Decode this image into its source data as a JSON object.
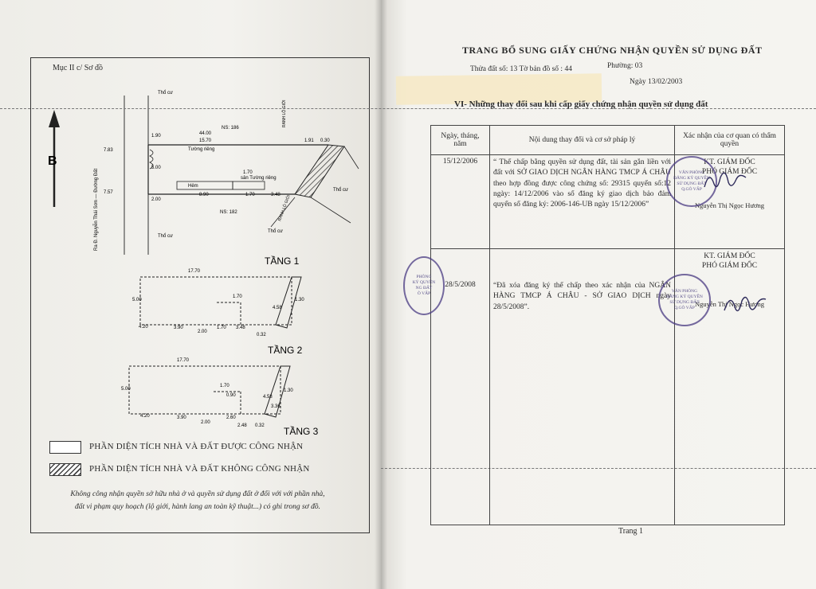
{
  "left_page": {
    "section_title": "Mục II c/ Sơ đồ",
    "north_label": "B",
    "floors": [
      "TẦNG 1",
      "TẦNG 2",
      "TẦNG 3"
    ],
    "labels": {
      "tho_cu": "Thổ cư",
      "tuong_rieng": "Tường riêng",
      "hem": "Hẻm",
      "san_tuong_rieng": "sân Tường riêng",
      "ranh_lo_gioi": "RANH LỘ GIỚI",
      "lot_top": "NS: 186",
      "lot_bottom": "NS: 182",
      "road": "Ra Đ. Nguyễn Thái Sơn  —  Đường Đất"
    },
    "dimensions": {
      "d_44_00": "44.00",
      "d_15_70": "15.70",
      "d_17_70": "17.70",
      "d_1_90": "1.90",
      "d_7_83": "7.83",
      "d_7_57": "7.57",
      "d_5_00": "5.00",
      "d_2_00": "2.00",
      "d_8_90": "8.90",
      "d_1_70": "1.70",
      "d_3_48": "3.48",
      "d_4_20": "4.20",
      "d_3_90": "3.90",
      "d_0_32": "0.32",
      "d_0_30": "0.30",
      "d_1_91": "1.91",
      "d_1_30": "1.30",
      "d_4_58": "4.58",
      "d_2_60": "2.60",
      "d_2_48": "2.48",
      "d_0_90": "0.90",
      "d_3_36": "3.36"
    },
    "legend": [
      {
        "text": "PHẦN DIỆN TÍCH NHÀ VÀ ĐẤT ĐƯỢC CÔNG NHẬN",
        "pattern": "plain"
      },
      {
        "text": "PHẦN DIỆN TÍCH NHÀ VÀ ĐẤT KHÔNG CÔNG NHẬN",
        "pattern": "hatched"
      }
    ],
    "note_line1": "Không công nhận quyền sở hữu nhà ở và quyền sử dụng đất ở đối với với phần nhà,",
    "note_line2": "đất vi phạm quy hoạch (lộ giới, hành lang an toàn kỹ thuật...) có ghi trong sơ đồ."
  },
  "right_page": {
    "title": "TRANG BỔ SUNG GIẤY CHỨNG NHẬN QUYỀN SỬ DỤNG ĐẤT",
    "plot_info": "Thửa đất số:  13   Tờ bản đồ số : 44",
    "ward": "Phường: 03",
    "date": "Ngày 13/02/2003",
    "section": "VI- Những thay đổi sau khi cấp giấy chứng nhận quyền sử dụng đất",
    "columns": [
      "Ngày, tháng, năm",
      "Nội dung thay đổi và cơ sở pháp lý",
      "Xác nhận của cơ quan có thẩm quyền"
    ],
    "entries": [
      {
        "date": "15/12/2006",
        "content": "“ Thế chấp bằng quyền sử dụng đất, tài sản gắn liền với đất với SỞ GIAO DỊCH NGÂN HÀNG TMCP Á CHÂU theo hợp đồng được công chứng số: 29315 quyển số:12 ngày: 14/12/2006 vào sổ đăng ký giao dịch bảo đảm quyển số đăng ký: 2006-146-UB ngày 15/12/2006”",
        "sign_title": "KT. GIÁM ĐỐC",
        "sign_sub": "PHÓ GIÁM ĐỐC",
        "signer": "Nguyễn Thị Ngọc Hương"
      },
      {
        "date": "28/5/2008",
        "content": "“Đã xóa đăng ký thế chấp theo xác nhận của NGÂN HÀNG TMCP Á CHÂU - SỞ GIAO DỊCH ngày 28/5/2008”.",
        "sign_title": "KT. GIÁM ĐỐC",
        "sign_sub": "PHÓ GIÁM ĐỐC",
        "signer": "Nguyễn Thị Ngọc Hương"
      }
    ],
    "stamp_lines": [
      "VĂN PHÒNG",
      "ĐĂNG KÝ QUYỀN",
      "SỬ DỤNG ĐẤT",
      "Q.GÒ VẤP"
    ],
    "stamp_partial": [
      "PHÒNG",
      "KÝ QUYỀN",
      "NG ĐẤT",
      "Ò VẤP"
    ],
    "footer": "Trang 1"
  }
}
